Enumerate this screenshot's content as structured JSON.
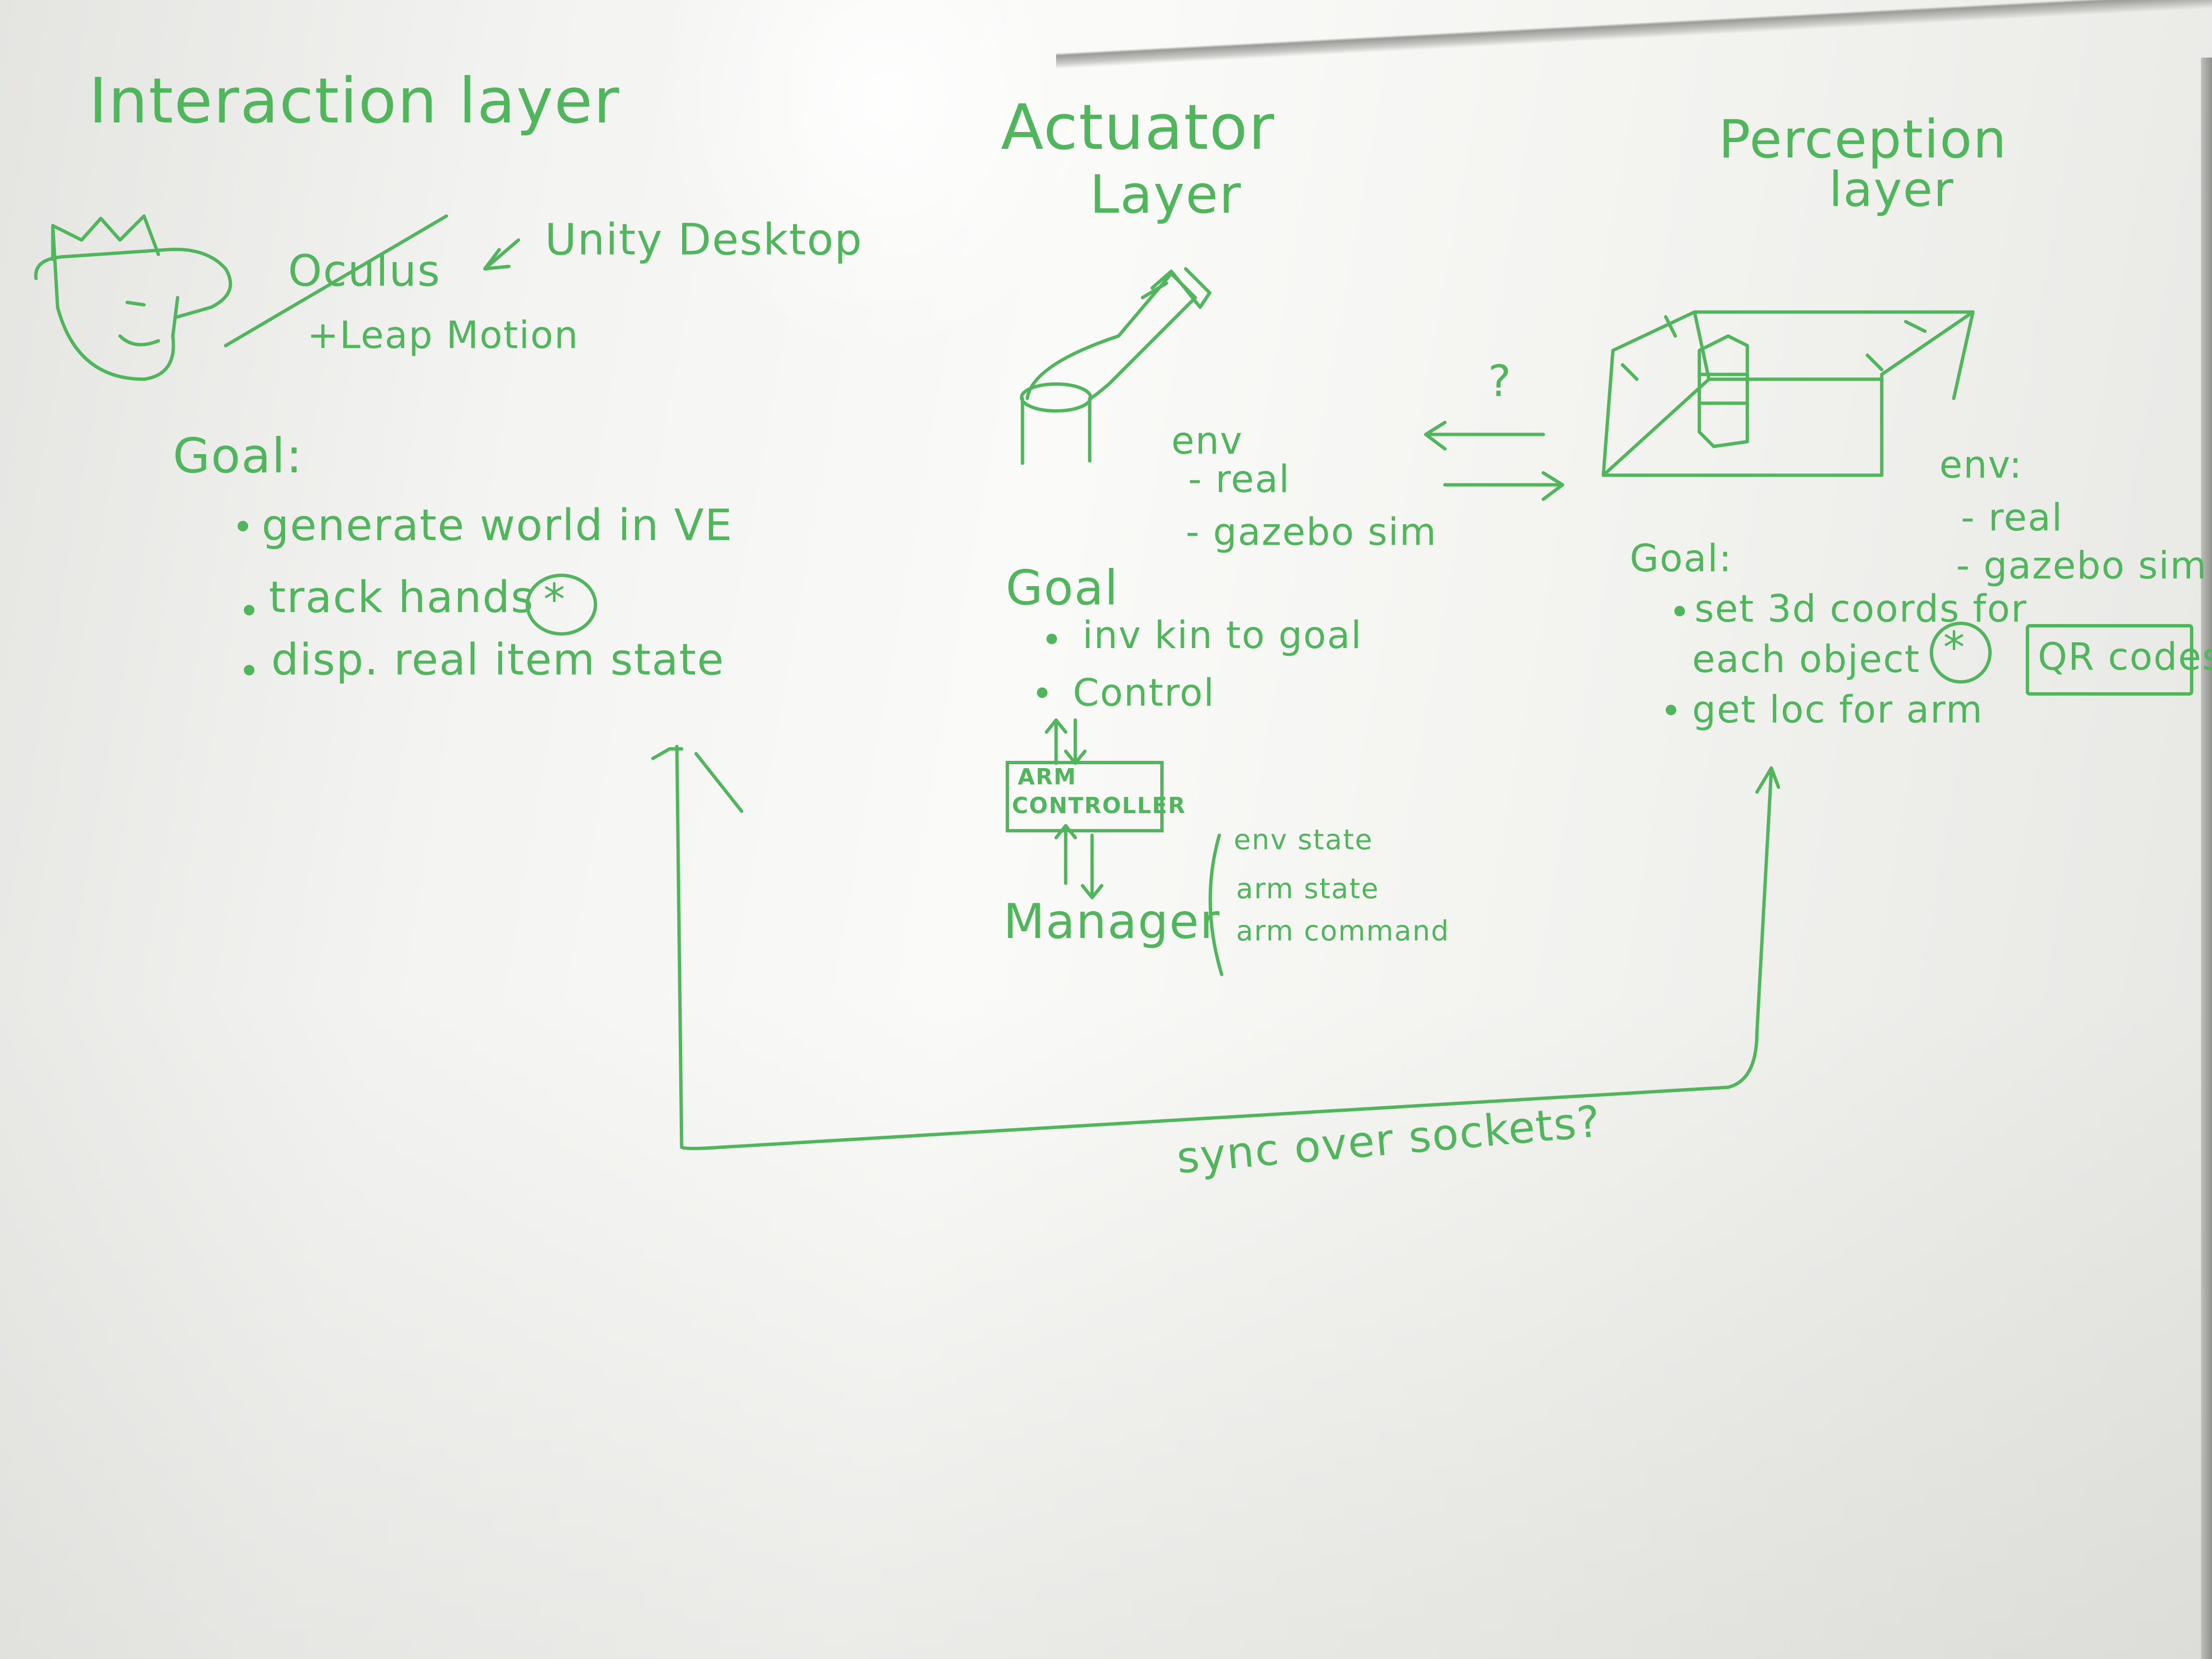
{
  "interaction": {
    "title": "Interaction layer",
    "oculus": "Oculus",
    "unity": "Unity Desktop",
    "leap": "+Leap Motion",
    "goal_label": "Goal:",
    "goals": [
      "generate world in VE",
      "track hands",
      "disp. real item state"
    ],
    "mark": "*"
  },
  "actuator": {
    "title_line1": "Actuator",
    "title_line2": "Layer",
    "env_label": "env",
    "env_items": [
      "- real",
      "- gazebo sim"
    ],
    "goal_label": "Goal",
    "goals": [
      "inv kin to goal",
      "Control"
    ],
    "arm_controller_line1": "ARM",
    "arm_controller_line2": "CONTROLLER",
    "manager": "Manager",
    "states": [
      "env state",
      "arm state",
      "arm command"
    ]
  },
  "link": {
    "question": "?"
  },
  "perception": {
    "title_line1": "Perception",
    "title_line2": "layer",
    "env_label": "env:",
    "env_items": [
      "- real",
      "- gazebo sim"
    ],
    "goal_label": "Goal:",
    "goal1_line1": "set 3d coords for",
    "goal1_line2": "each object",
    "goal2": "get loc for arm",
    "mark": "*",
    "qr": "QR codes"
  },
  "sync": {
    "label": "sync over sockets?"
  }
}
